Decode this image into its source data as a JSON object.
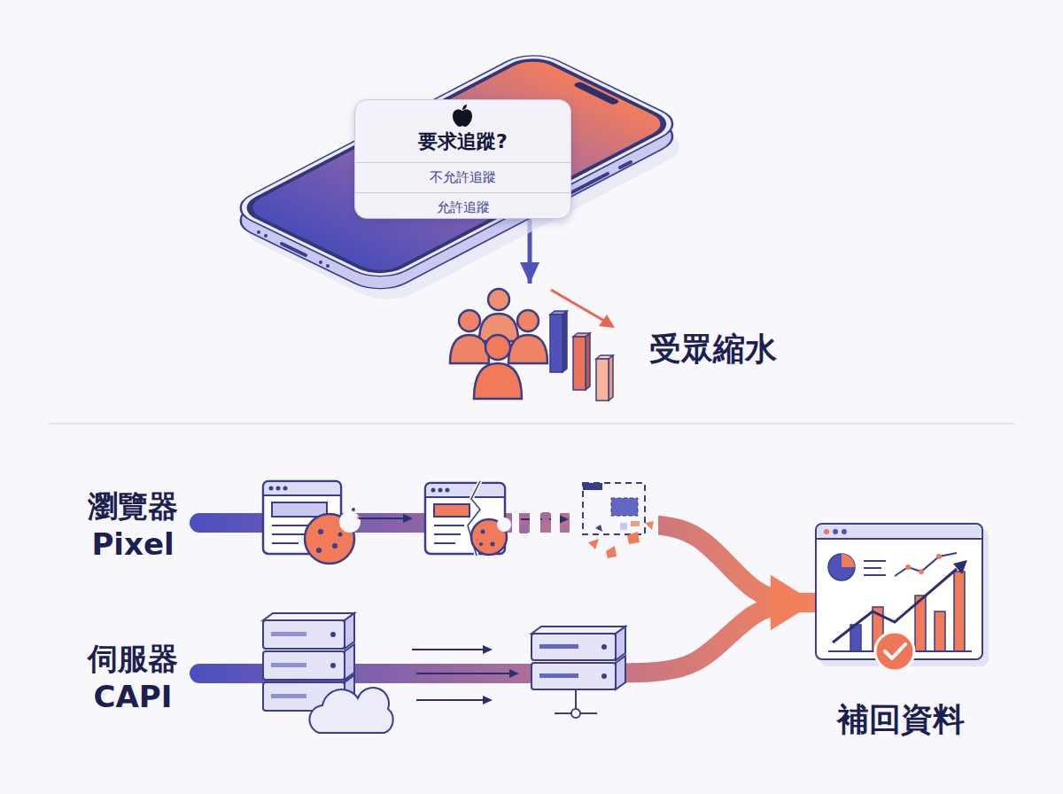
{
  "diagram": {
    "nodes": [
      {
        "text": [
          "要求追蹤?",
          "不允許追蹤",
          "允許追蹤"
        ]
      },
      {
        "text": [
          "受眾縮水"
        ]
      },
      {
        "text": [
          "瀏覽器 Pixel"
        ]
      },
      {
        "text": [
          "伺服器 CAPI"
        ]
      },
      {
        "text": [
          "補回資料"
        ]
      }
    ],
    "edges": [
      {
        "from": 0,
        "to": 1,
        "arrow": "to"
      },
      {
        "from": 2,
        "to": 4,
        "arrow": "to"
      },
      {
        "from": 3,
        "to": 4,
        "arrow": "to"
      }
    ]
  }
}
